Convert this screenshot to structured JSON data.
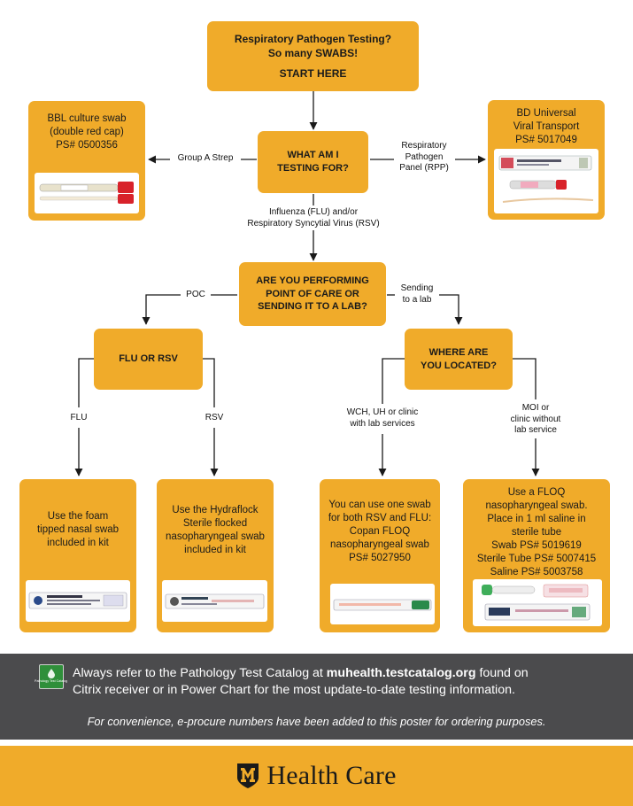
{
  "start_box": {
    "line1": "Respiratory Pathogen Testing?",
    "line2": "So many SWABS!",
    "line3": "START HERE"
  },
  "question1": "WHAT AM I\nTESTING FOR?",
  "question2": "ARE YOU PERFORMING\nPOINT OF CARE OR\nSENDING IT TO A LAB?",
  "question3": "WHERE ARE\nYOU LOCATED?",
  "flu_or_rsv": "FLU OR RSV",
  "labels": {
    "group_a_strep": "Group A Strep",
    "rpp": "Respiratory\nPathogen\nPanel (RPP)",
    "flu_rsv": "Influenza (FLU) and/or\nRespiratory Syncytial Virus (RSV)",
    "poc": "POC",
    "sending": "Sending\nto a lab",
    "flu": "FLU",
    "rsv": "RSV",
    "wch": "WCH, UH or clinic\nwith lab services",
    "moi": "MOI or\nclinic without\nlab service"
  },
  "outcomes": {
    "bbl": "BBL culture swab\n(double red cap)\nPS# 0500356",
    "bd": "BD Universal\nViral Transport\nPS# 5017049",
    "foam": "Use the foam\ntipped nasal swab\nincluded in kit",
    "hydraflock": "Use the Hydraflock\nSterile flocked\nnasopharyngeal swab\nincluded in kit",
    "copan": "You can use one swab\nfor both RSV and FLU:\nCopan FLOQ\nnasopharyngeal swab\nPS# 5027950",
    "floq": "Use a FLOQ\nnasopharyngeal swab.\nPlace in 1 ml saline in\nsterile tube\nSwab PS# 5019619\nSterile Tube PS# 5007415\nSaline PS# 5003758"
  },
  "footer": {
    "catalog_icon_label": "Pathology Test Catalog",
    "notice_pre": "Always refer to the Pathology Test Catalog at ",
    "notice_link": "muhealth.testcatalog.org",
    "notice_post": " found on",
    "notice_line2": "Citrix receiver or in Power Chart for the most update-to-date testing information.",
    "convenience": "For convenience, e-procure numbers have been added to this poster for ordering purposes.",
    "brand": "Health Care"
  },
  "colors": {
    "box_gold": "#f0ab2a",
    "footer_grey": "#4b4b4d",
    "line": "#1a1a1a"
  }
}
